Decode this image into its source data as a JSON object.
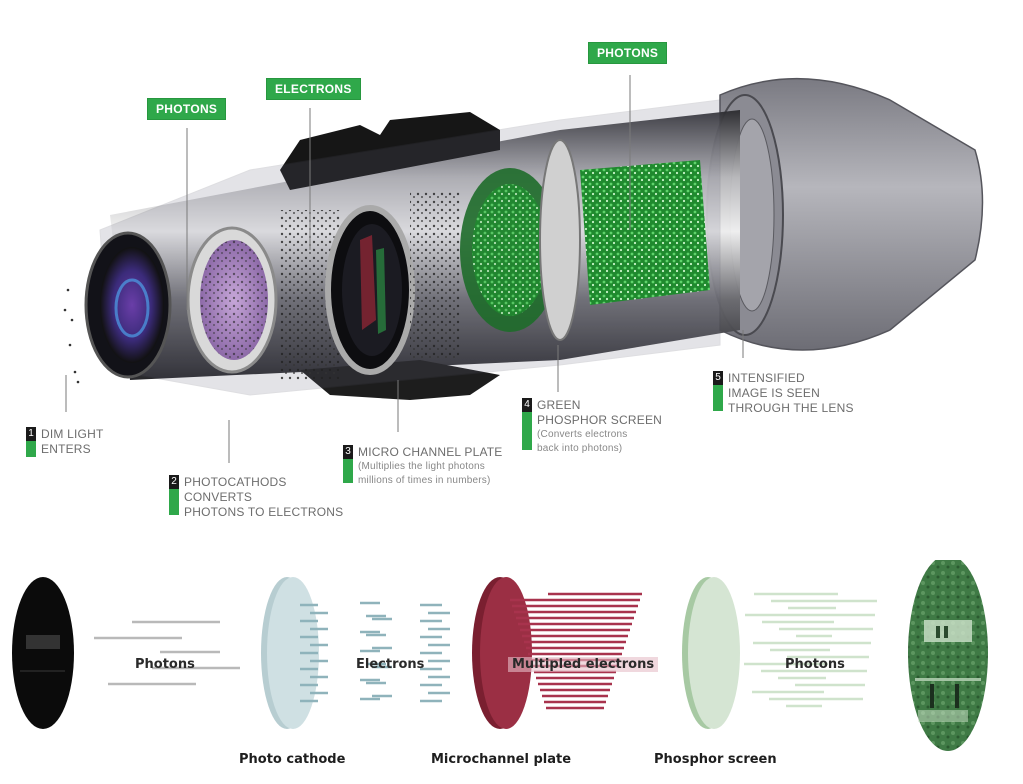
{
  "top_diagram": {
    "tags": {
      "photons_in": "PHOTONS",
      "electrons": "ELECTRONS",
      "photons_out": "PHOTONS"
    },
    "steps": [
      {
        "num": "1",
        "lines": [
          "DIM LIGHT",
          "ENTERS"
        ],
        "sub": ""
      },
      {
        "num": "2",
        "lines": [
          "PHOTOCATHODS",
          "CONVERTS",
          "PHOTONS TO ELECTRONS"
        ],
        "sub": ""
      },
      {
        "num": "3",
        "lines": [
          "MICRO CHANNEL PLATE"
        ],
        "sub": "(Multiplies the light photons millions of times in numbers)"
      },
      {
        "num": "4",
        "lines": [
          "GREEN",
          "PHOSPHOR SCREEN"
        ],
        "sub": "(Converts electrons back into photons)"
      },
      {
        "num": "5",
        "lines": [
          "INTENSIFIED",
          "IMAGE IS SEEN",
          "THROUGH THE LENS"
        ],
        "sub": ""
      }
    ],
    "colors": {
      "accent": "#2fa84a",
      "number_bg": "#1a1a1a",
      "text": "#6d6d6d"
    }
  },
  "bottom_diagram": {
    "flow_labels": [
      "Photons",
      "Electrons",
      "Multipled electrons",
      "Photons"
    ],
    "component_labels": [
      "Photo cathode",
      "Microchannel plate",
      "Phosphor screen"
    ],
    "colors": {
      "photons_in": "#b9b9b9",
      "cathode": "#cfe0e3",
      "electrons": "#8fb3bb",
      "mcp": "#9b2f44",
      "phosphor": "#cfe3cc",
      "photons_out": "#cfe3cc",
      "output_image": "#3f7a45"
    }
  }
}
